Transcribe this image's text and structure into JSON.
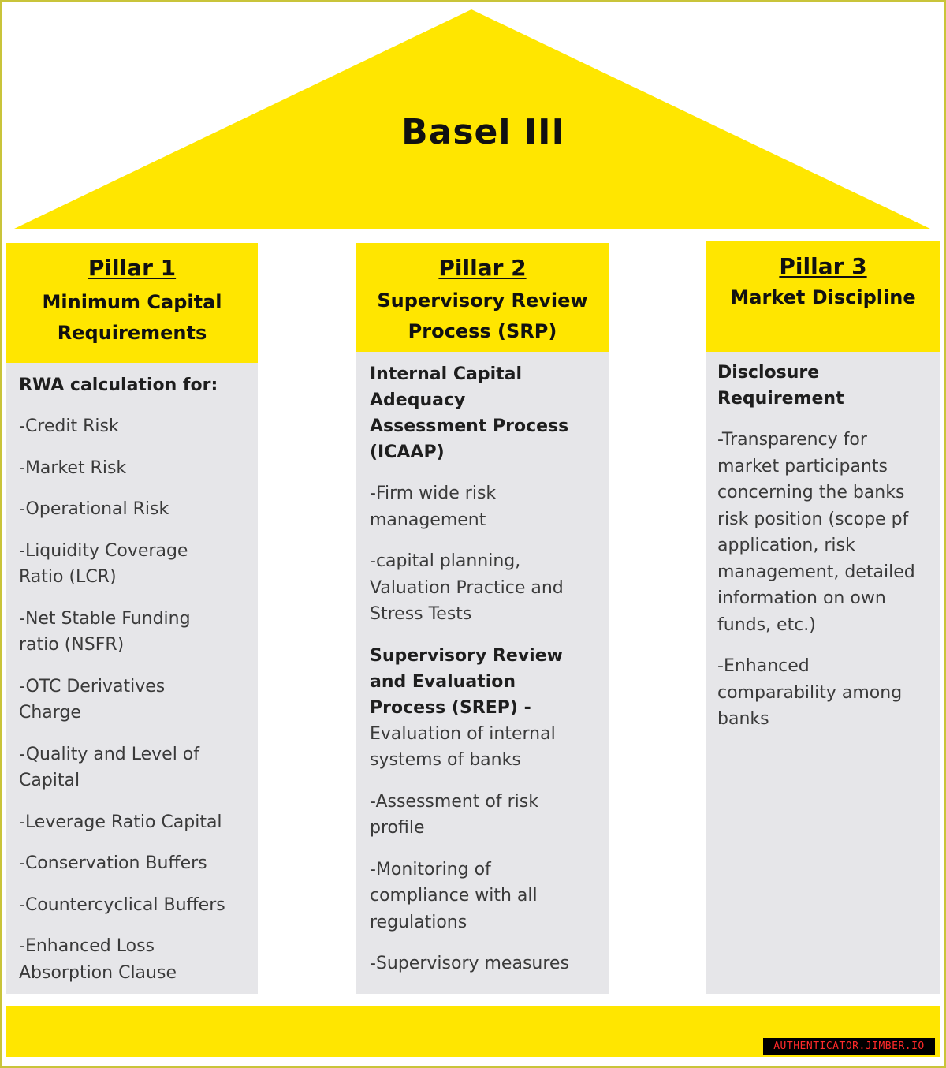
{
  "roof": {
    "title": "Basel III"
  },
  "pillar1": {
    "name": "Pillar 1",
    "subtitle_lines": [
      "Minimum Capital",
      "Requirements"
    ],
    "heading": "RWA calculation for:",
    "items": [
      [
        "-Credit Risk"
      ],
      [
        "-Market Risk"
      ],
      [
        "-Operational Risk"
      ],
      [
        "-Liquidity Coverage",
        "Ratio (LCR)"
      ],
      [
        "-Net Stable Funding",
        "ratio (NSFR)"
      ],
      [
        "-OTC Derivatives",
        "Charge"
      ],
      [
        "-Quality and Level of",
        "Capital"
      ],
      [
        "-Leverage Ratio Capital"
      ],
      [
        "-Conservation Buffers"
      ],
      [
        "-Countercyclical Buffers"
      ],
      [
        "-Enhanced Loss",
        "Absorption Clause"
      ]
    ]
  },
  "pillar2": {
    "name": "Pillar 2",
    "subtitle_lines": [
      "Supervisory Review",
      "Process (SRP)"
    ],
    "icaap_heading": [
      "Internal Capital",
      "Adequacy",
      "Assessment Process",
      "(ICAAP)"
    ],
    "icaap_items": [
      [
        "-Firm wide risk",
        "management"
      ],
      [
        "-capital planning,",
        "Valuation Practice and",
        "Stress Tests"
      ]
    ],
    "srep_heading": [
      "Supervisory Review",
      "and Evaluation",
      "Process (SREP)"
    ],
    "srep_suffix": " -",
    "srep_desc": [
      "Evaluation of internal",
      "systems of banks"
    ],
    "srep_items": [
      [
        "-Assessment of risk",
        "profile"
      ],
      [
        "-Monitoring of",
        "compliance with all",
        "regulations"
      ],
      [
        "-Supervisory measures"
      ]
    ]
  },
  "pillar3": {
    "name": "Pillar 3",
    "subtitle_lines": [
      "Market Discipline"
    ],
    "heading": [
      "Disclosure",
      "Requirement"
    ],
    "items": [
      [
        "-Transparency for",
        "market participants",
        "concerning the banks",
        "risk position (scope pf",
        "application, risk",
        "management, detailed",
        "information on own",
        "funds, etc.)"
      ],
      [
        "-Enhanced",
        "comparability among",
        "banks"
      ]
    ]
  },
  "watermark": {
    "text": "AUTHENTICATOR.JIMBER.IO"
  },
  "colors": {
    "accent": "#ffe600",
    "panel": "#e6e6e9",
    "frame": "#c9c43a"
  }
}
